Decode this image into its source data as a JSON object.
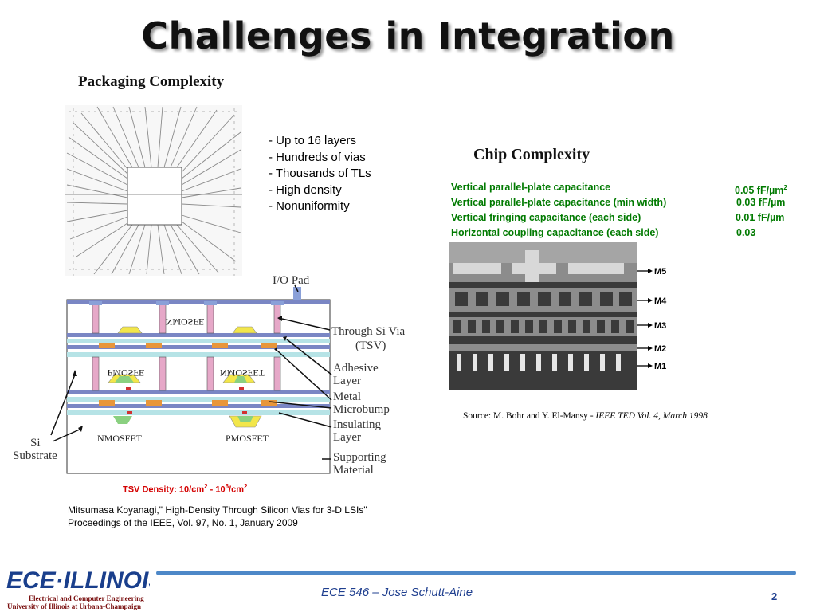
{
  "slide": {
    "title": "Challenges in Integration",
    "packaging_title": "Packaging Complexity",
    "chip_title": "Chip Complexity",
    "bullets": [
      "- Up to 16 layers",
      "- Hundreds of vias",
      "- Thousands of TLs",
      "- High density",
      "- Nonuniformity"
    ],
    "capacitance_table": [
      {
        "label": "Vertical parallel-plate capacitance",
        "value": "0.05 fF/µm",
        "sup": "2"
      },
      {
        "label": "Vertical parallel-plate capacitance (min width)",
        "value": "0.03 fF/µm",
        "sup": ""
      },
      {
        "label": "Vertical fringing capacitance (each side)",
        "value": "0.01 fF/µm",
        "sup": ""
      },
      {
        "label": "Horizontal coupling capacitance (each side)",
        "value": "0.03",
        "sup": ""
      }
    ],
    "source_prefix": "Source: M. Bohr and Y. El-Mansy - ",
    "source_italic": "IEEE TED Vol. 4,  March 1998",
    "tsv_density": {
      "prefix": "TSV Density: 10/cm",
      "exp1": "2",
      "mid": " - 10",
      "exp2": "6",
      "mid2": "/cm",
      "exp3": "2"
    },
    "citation_line1": "Mitsumasa Koyanagi,\" High-Density Through Silicon Vias for 3-D LSIs\"",
    "citation_line2": "Proceedings of the IEEE, Vol. 97, No. 1, January 2009",
    "footer_text": "ECE 546 – Jose Schutt-Aine",
    "page_number": "2"
  },
  "tsv_diagram": {
    "labels": {
      "io_pad": "I/O Pad",
      "tsv_1": "Through Si Via",
      "tsv_2": "(TSV)",
      "adhesive_1": "Adhesive",
      "adhesive_2": "Layer",
      "metal_1": "Metal",
      "metal_2": "Microbump",
      "insulating_1": "Insulating",
      "insulating_2": "Layer",
      "supporting_1": "Supporting",
      "supporting_2": "Material",
      "si_1": "Si",
      "si_2": "Substrate",
      "nmosfe_top": "NMOSFE",
      "pmosfe_mid": "PMOSFE",
      "nmosfet_mid": "NMOSFET",
      "nmosfet_bottom": "NMOSFET",
      "pmosfet_bottom": "PMOSFET"
    }
  },
  "chip_image": {
    "layer_labels": [
      "M5",
      "M4",
      "M3",
      "M2",
      "M1"
    ]
  },
  "logo": {
    "text": "ECE·ILLINOIS",
    "line1": "Electrical and Computer Engineering",
    "line2": "University of Illinois at Urbana-Champaign"
  },
  "colors": {
    "green_text": "#007a00",
    "red_text": "#d40000",
    "footer_blue": "#4d88c8",
    "logo_blue": "#1a3f8c",
    "logo_maroon": "#7a1010"
  }
}
